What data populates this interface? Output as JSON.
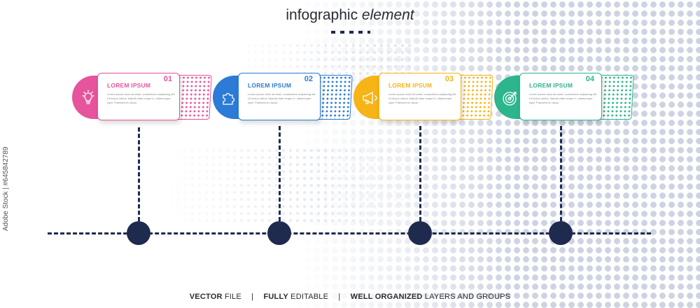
{
  "header": {
    "title_part1": "infographic",
    "title_part2": "element"
  },
  "steps": [
    {
      "number": "01",
      "title": "LOREM IPSUM",
      "body": "Lorem ipsum dolor sit amet, consectetur adipiscing elit. Ut luctus metus, blandit vitae neque in, ullamcorper eget. Praesent eu lacus.",
      "icon": "lightbulb-icon",
      "color": "#e7549e"
    },
    {
      "number": "02",
      "title": "LOREM IPSUM",
      "body": "Lorem ipsum dolor sit amet, consectetur adipiscing elit. Ut luctus metus, blandit vitae neque in, ullamcorper eget. Praesent eu lacus.",
      "icon": "puzzle-icon",
      "color": "#2c7bd6"
    },
    {
      "number": "03",
      "title": "LOREM IPSUM",
      "body": "Lorem ipsum dolor sit amet, consectetur adipiscing elit. Ut luctus metus, blandit vitae neque in, ullamcorper eget. Praesent eu lacus.",
      "icon": "megaphone-icon",
      "color": "#f6b417"
    },
    {
      "number": "04",
      "title": "LOREM IPSUM",
      "body": "Lorem ipsum dolor sit amet, consectetur adipiscing elit. Ut luctus metus, blandit vitae neque in, ullamcorper eget. Praesent eu lacus.",
      "icon": "target-icon",
      "color": "#2db58d"
    }
  ],
  "footer": {
    "item1_bold": "VECTOR",
    "item1_rest": " FILE",
    "sep1": "|",
    "item2_bold": "FULLY",
    "item2_rest": " EDITABLE",
    "sep2": "|",
    "item3_bold": "WELL ORGANIZED",
    "item3_rest": " LAYERS AND GROUPS"
  },
  "watermark": "Adobe Stock | #645842789",
  "colors": {
    "timeline": "#1f2a4f",
    "halftone": "#cdd3e2"
  }
}
